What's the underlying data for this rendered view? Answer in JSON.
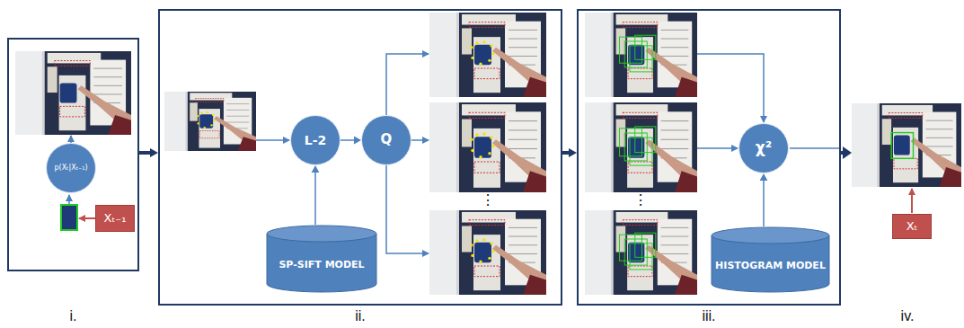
{
  "diagram": {
    "nodes": [
      {
        "text": [
          "i."
        ]
      },
      {
        "text": [
          "p(Xₜ|Xₜ₋₁)"
        ],
        "in": 0
      },
      {
        "text": [
          "Xₜ₋₁"
        ],
        "in": 0
      },
      {
        "text": [
          "ii."
        ]
      },
      {
        "text": [
          "L-2"
        ],
        "in": 3
      },
      {
        "text": [
          "Q"
        ],
        "in": 3
      },
      {
        "text": [
          "SP-SIFT MODEL"
        ],
        "in": 3
      },
      {
        "text": [
          "iii."
        ]
      },
      {
        "text": [
          "χ²"
        ],
        "in": 7
      },
      {
        "text": [
          "HISTOGRAM MODEL"
        ],
        "in": 7
      },
      {
        "text": [
          "Xₜ"
        ]
      }
    ],
    "edges": [
      {
        "from": 0,
        "to": 3,
        "arrow": "to"
      },
      {
        "from": 3,
        "to": 7,
        "arrow": "to"
      },
      {
        "from": 6,
        "to": 4,
        "arrow": "to"
      },
      {
        "from": 4,
        "to": 5,
        "arrow": "to"
      },
      {
        "from": 9,
        "to": 8,
        "arrow": "to"
      }
    ],
    "labels": [
      "iv.",
      "⋮",
      "⋮"
    ]
  }
}
